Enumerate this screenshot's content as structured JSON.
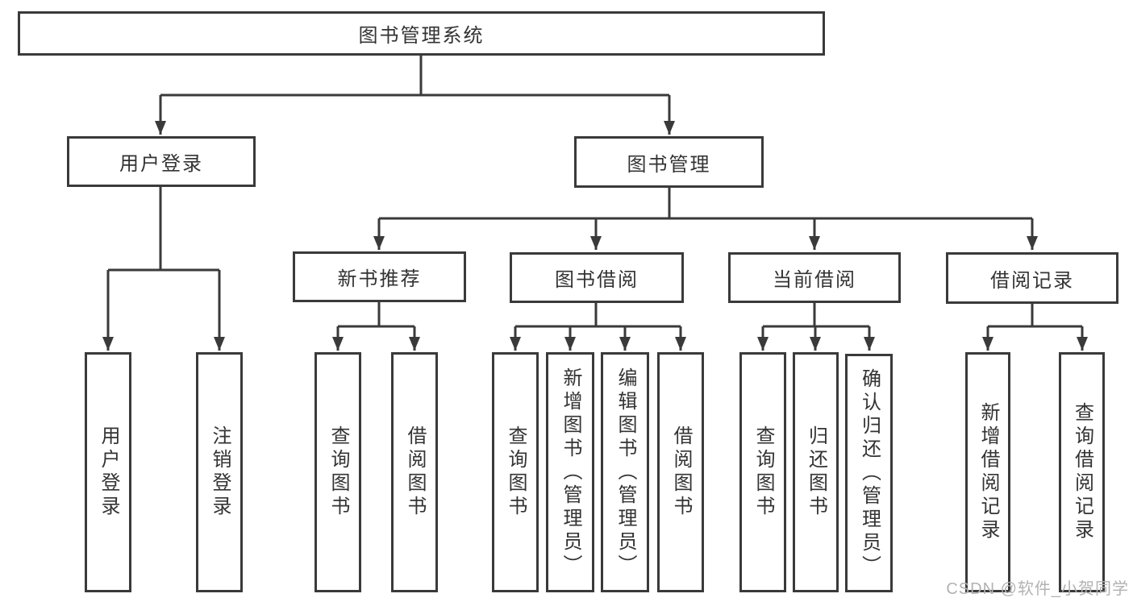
{
  "diagram": {
    "root": {
      "label": "图书管理系统"
    },
    "level2": [
      {
        "label": "用户登录"
      },
      {
        "label": "图书管理"
      }
    ],
    "level3": [
      {
        "label": "新书推荐"
      },
      {
        "label": "图书借阅"
      },
      {
        "label": "当前借阅"
      },
      {
        "label": "借阅记录"
      }
    ],
    "leaves": {
      "user_login": [
        "用户登录",
        "注销登录"
      ],
      "new_book": [
        "查询图书",
        "借阅图书"
      ],
      "book_borrow": [
        "查询图书",
        "新增图书（管理员）",
        "编辑图书（管理员）",
        "借阅图书"
      ],
      "current_borrow": [
        "查询图书",
        "归还图书",
        "确认归还（管理员）"
      ],
      "borrow_records": [
        "新增借阅记录",
        "查询借阅记录"
      ]
    }
  },
  "watermark": "CSDN @软件_小贺同学",
  "colors": {
    "line": "#3a3a3a",
    "text": "#333333",
    "watermark": "#b2b2b2"
  }
}
